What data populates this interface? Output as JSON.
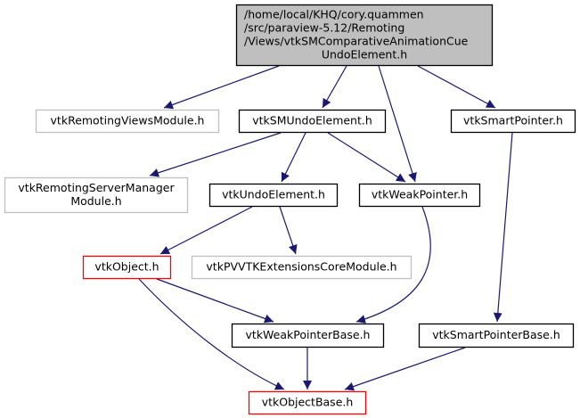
{
  "diagram": {
    "type": "include-dependency-graph",
    "colors": {
      "edge": "#191970",
      "root_fill": "#bfbfbf",
      "root_border": "#000000",
      "documented_border": "#000000",
      "undocumented_border": "#bfbfbf",
      "truncated_border": "#ff0000",
      "node_fill": "#ffffff"
    },
    "nodes": [
      {
        "id": "root",
        "lines": [
          "/home/local/KHQ/cory.quammen",
          "/src/paraview-5.12/Remoting",
          "/Views/vtkSMComparativeAnimationCue",
          "UndoElement.h"
        ],
        "kind": "root"
      },
      {
        "id": "vtkRemotingViewsModule",
        "lines": [
          "vtkRemotingViewsModule.h"
        ],
        "kind": "undocumented"
      },
      {
        "id": "vtkSMUndoElement",
        "lines": [
          "vtkSMUndoElement.h"
        ],
        "kind": "documented"
      },
      {
        "id": "vtkSmartPointer",
        "lines": [
          "vtkSmartPointer.h"
        ],
        "kind": "documented"
      },
      {
        "id": "vtkRemotingServerManagerModule",
        "lines": [
          "vtkRemotingServerManager",
          "Module.h"
        ],
        "kind": "undocumented"
      },
      {
        "id": "vtkUndoElement",
        "lines": [
          "vtkUndoElement.h"
        ],
        "kind": "documented"
      },
      {
        "id": "vtkWeakPointer",
        "lines": [
          "vtkWeakPointer.h"
        ],
        "kind": "documented"
      },
      {
        "id": "vtkObject",
        "lines": [
          "vtkObject.h"
        ],
        "kind": "truncated"
      },
      {
        "id": "vtkPVVTKExtensionsCoreModule",
        "lines": [
          "vtkPVVTKExtensionsCoreModule.h"
        ],
        "kind": "undocumented"
      },
      {
        "id": "vtkWeakPointerBase",
        "lines": [
          "vtkWeakPointerBase.h"
        ],
        "kind": "documented"
      },
      {
        "id": "vtkSmartPointerBase",
        "lines": [
          "vtkSmartPointerBase.h"
        ],
        "kind": "documented"
      },
      {
        "id": "vtkObjectBase",
        "lines": [
          "vtkObjectBase.h"
        ],
        "kind": "truncated"
      }
    ],
    "edges": [
      {
        "from": "root",
        "to": "vtkRemotingViewsModule"
      },
      {
        "from": "root",
        "to": "vtkSMUndoElement"
      },
      {
        "from": "root",
        "to": "vtkWeakPointer"
      },
      {
        "from": "root",
        "to": "vtkSmartPointer"
      },
      {
        "from": "vtkSMUndoElement",
        "to": "vtkRemotingServerManagerModule"
      },
      {
        "from": "vtkSMUndoElement",
        "to": "vtkUndoElement"
      },
      {
        "from": "vtkSMUndoElement",
        "to": "vtkWeakPointer"
      },
      {
        "from": "vtkUndoElement",
        "to": "vtkObject"
      },
      {
        "from": "vtkUndoElement",
        "to": "vtkPVVTKExtensionsCoreModule"
      },
      {
        "from": "vtkWeakPointer",
        "to": "vtkWeakPointerBase"
      },
      {
        "from": "vtkSmartPointer",
        "to": "vtkSmartPointerBase"
      },
      {
        "from": "vtkObject",
        "to": "vtkWeakPointerBase"
      },
      {
        "from": "vtkObject",
        "to": "vtkObjectBase"
      },
      {
        "from": "vtkWeakPointerBase",
        "to": "vtkObjectBase"
      },
      {
        "from": "vtkSmartPointerBase",
        "to": "vtkObjectBase"
      }
    ]
  }
}
